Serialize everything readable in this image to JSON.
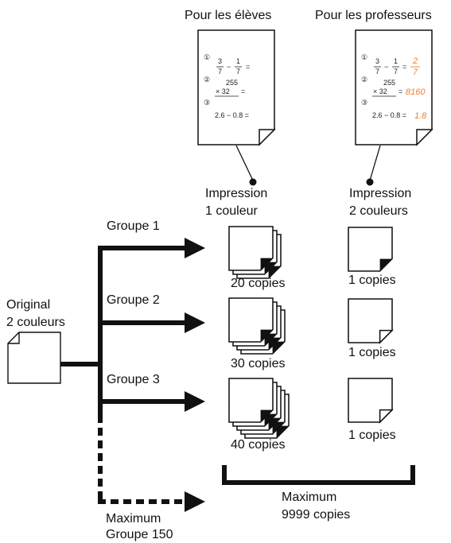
{
  "students_label": "Pour les élèves",
  "teachers_label": "Pour les professeurs",
  "worksheet": {
    "markers": [
      "①",
      "②",
      "③"
    ],
    "fraction1": {
      "num_a": "3",
      "den_a": "7",
      "op": "−",
      "num_b": "1",
      "den_b": "7",
      "eq": "="
    },
    "mult": {
      "top": "255",
      "bottom": "× 32",
      "eq": "="
    },
    "sub": "2.6 − 0.8 =",
    "answers": {
      "fraction": "2",
      "fraction_den": "7",
      "mult": "8160",
      "sub": "1.8"
    }
  },
  "print_one_color": [
    "Impression",
    "1 couleur"
  ],
  "print_two_colors": [
    "Impression",
    "2 couleurs"
  ],
  "original_label": [
    "Original",
    "2 couleurs"
  ],
  "groups": [
    {
      "label": "Groupe 1",
      "students_copies": "20 copies",
      "teachers_copies": "1 copies"
    },
    {
      "label": "Groupe 2",
      "students_copies": "30 copies",
      "teachers_copies": "1 copies"
    },
    {
      "label": "Groupe 3",
      "students_copies": "40 copies",
      "teachers_copies": "1 copies"
    }
  ],
  "max_group": [
    "Maximum",
    "Groupe 150"
  ],
  "max_copies": [
    "Maximum",
    "9999 copies"
  ]
}
